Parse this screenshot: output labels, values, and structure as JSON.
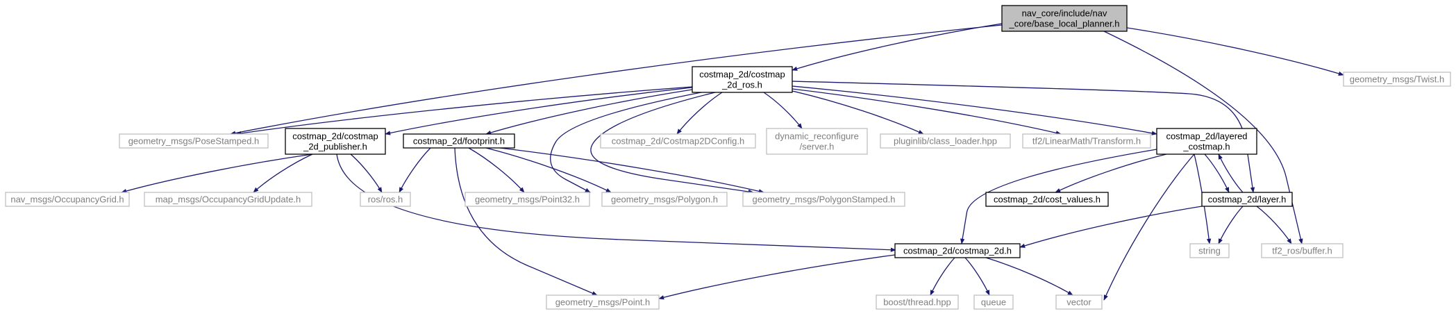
{
  "colors": {
    "edge": "#191970",
    "root_fill": "#bfbfbf",
    "documented_border": "#000000",
    "external_border": "#bfbfbf",
    "documented_text": "#000000",
    "external_text": "#7f7f7f"
  },
  "nodes": [
    {
      "id": "base_local_planner",
      "lines": [
        "nav_core/include/nav",
        "_core/base_local_planner.h"
      ],
      "style": "root"
    },
    {
      "id": "costmap_2d_ros",
      "lines": [
        "costmap_2d/costmap",
        "_2d_ros.h"
      ],
      "style": "documented"
    },
    {
      "id": "twist",
      "lines": [
        "geometry_msgs/Twist.h"
      ],
      "style": "external"
    },
    {
      "id": "pose_stamped",
      "lines": [
        "geometry_msgs/PoseStamped.h"
      ],
      "style": "external"
    },
    {
      "id": "costmap_2d_publisher",
      "lines": [
        "costmap_2d/costmap",
        "_2d_publisher.h"
      ],
      "style": "documented"
    },
    {
      "id": "footprint",
      "lines": [
        "costmap_2d/footprint.h"
      ],
      "style": "documented"
    },
    {
      "id": "costmap2dconfig",
      "lines": [
        "costmap_2d/Costmap2DConfig.h"
      ],
      "style": "external"
    },
    {
      "id": "dynamic_reconfigure",
      "lines": [
        "dynamic_reconfigure",
        "/server.h"
      ],
      "style": "external"
    },
    {
      "id": "class_loader",
      "lines": [
        "pluginlib/class_loader.hpp"
      ],
      "style": "external"
    },
    {
      "id": "transform",
      "lines": [
        "tf2/LinearMath/Transform.h"
      ],
      "style": "external"
    },
    {
      "id": "layered_costmap",
      "lines": [
        "costmap_2d/layered",
        "_costmap.h"
      ],
      "style": "documented"
    },
    {
      "id": "occupancy_grid",
      "lines": [
        "nav_msgs/OccupancyGrid.h"
      ],
      "style": "external"
    },
    {
      "id": "occupancy_grid_update",
      "lines": [
        "map_msgs/OccupancyGridUpdate.h"
      ],
      "style": "external"
    },
    {
      "id": "ros",
      "lines": [
        "ros/ros.h"
      ],
      "style": "external"
    },
    {
      "id": "point32",
      "lines": [
        "geometry_msgs/Point32.h"
      ],
      "style": "external"
    },
    {
      "id": "polygon",
      "lines": [
        "geometry_msgs/Polygon.h"
      ],
      "style": "external"
    },
    {
      "id": "polygon_stamped",
      "lines": [
        "geometry_msgs/PolygonStamped.h"
      ],
      "style": "external"
    },
    {
      "id": "cost_values",
      "lines": [
        "costmap_2d/cost_values.h"
      ],
      "style": "documented"
    },
    {
      "id": "layer",
      "lines": [
        "costmap_2d/layer.h"
      ],
      "style": "documented"
    },
    {
      "id": "costmap_2d",
      "lines": [
        "costmap_2d/costmap_2d.h"
      ],
      "style": "documented"
    },
    {
      "id": "string",
      "lines": [
        "string"
      ],
      "style": "external"
    },
    {
      "id": "buffer",
      "lines": [
        "tf2_ros/buffer.h"
      ],
      "style": "external"
    },
    {
      "id": "point",
      "lines": [
        "geometry_msgs/Point.h"
      ],
      "style": "external"
    },
    {
      "id": "thread",
      "lines": [
        "boost/thread.hpp"
      ],
      "style": "external"
    },
    {
      "id": "queue",
      "lines": [
        "queue"
      ],
      "style": "external"
    },
    {
      "id": "vector",
      "lines": [
        "vector"
      ],
      "style": "external"
    }
  ]
}
